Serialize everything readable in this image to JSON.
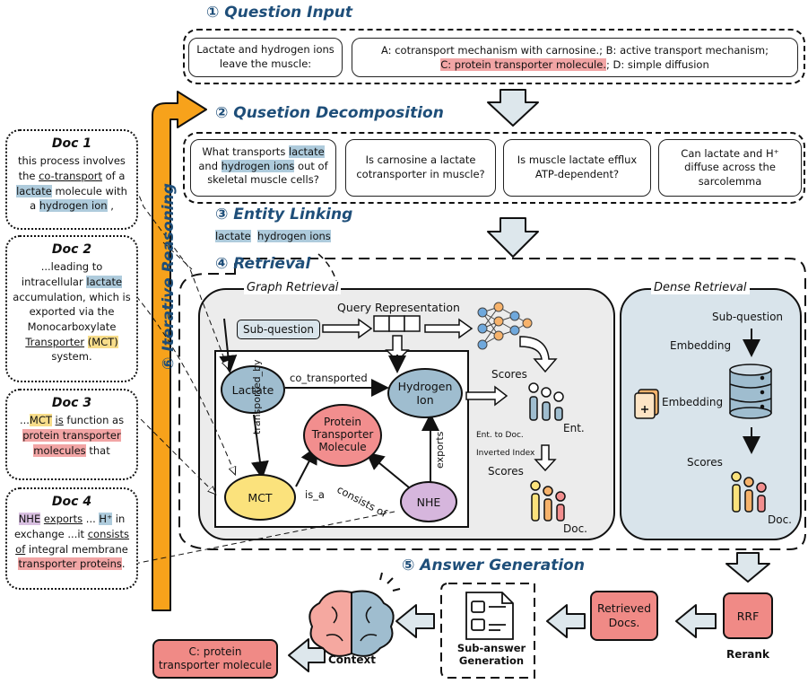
{
  "sections": {
    "question_input": "① Question Input",
    "decomposition": "② Qusetion Decomposition",
    "entity_linking": "③ Entity Linking",
    "retrieval": "④ Retrieval",
    "answer_generation": "⑤ Answer Generation",
    "iterative": "⑥ Iterative Reasoning"
  },
  "question": {
    "stem": "Lactate and hydrogen ions leave the muscle:",
    "opt_a": "A: cotransport mechanism with carnosine.;",
    "opt_b": "B: active transport mechanism;",
    "opt_c": "C: protein transporter molecule.",
    "opt_c_sep": ";",
    "opt_d": "D: simple diffusion"
  },
  "subquestions": {
    "q1_a": "What transports ",
    "q1_lactate": "lactate",
    "q1_and": "and ",
    "q1_hydrogen": "hydrogen ions",
    "q1_b": " out of skeletal muscle cells?",
    "q2": "Is carnosine a lactate cotransporter in muscle?",
    "q3": "Is muscle lactate efflux ATP-dependent?",
    "q4": "Can lactate and H⁺ diffuse across the sarcolemma"
  },
  "entities": [
    "lactate",
    "hydrogen ions"
  ],
  "docs": {
    "d1": {
      "title": "Doc 1",
      "t1": "this process involves the ",
      "t2": "co-transport",
      "t3": " of a ",
      "t4": "lactate",
      "t5": " molecule with a ",
      "t6": "hydrogen ion",
      "t7": " ,"
    },
    "d2": {
      "title": "Doc 2",
      "t1": "...leading to intracellular ",
      "t2": "lactate",
      "t3": " accumulation, which is exported via the Monocarboxylate ",
      "t4": "Transporter",
      "t5": " ",
      "t6": "(MCT)",
      "t7": " system."
    },
    "d3": {
      "title": "Doc 3",
      "t1": "...",
      "t2": "MCT",
      "t3": " ",
      "t4": "is",
      "t5": " function as ",
      "t6": "protein transporter molecules",
      "t7": " that"
    },
    "d4": {
      "title": "Doc 4",
      "t1": "NHE",
      "t2": " ",
      "t3": "exports",
      "t4": " ... ",
      "t5": "H⁺",
      "t6": " in exchange ...it ",
      "t7": "consists of",
      "t8": " integral membrane ",
      "t9": "transporter proteins",
      "t10": "."
    }
  },
  "graph": {
    "title": "Graph Retrieval",
    "query_rep": "Query Representation",
    "subq": "Sub-question",
    "nodes": {
      "lactate": "Lactate",
      "hydrogen": "Hydrogen Ion",
      "protein": "Protein Transporter Molecule",
      "mct": "MCT",
      "nhe": "NHE"
    },
    "edges": {
      "co_transported": "co_transported",
      "transported_by": "transported_by",
      "is_a": "is_a",
      "consists_of": "consists of",
      "exports": "exports"
    },
    "scores": "Scores",
    "ent": "Ent.",
    "ent_to_doc": "Ent. to Doc.",
    "inverted_index": "Inverted Index",
    "doc": "Doc."
  },
  "dense": {
    "title": "Dense Retrieval",
    "subq": "Sub-question",
    "embedding1": "Embedding",
    "embedding2": "Embedding",
    "scores": "Scores",
    "doc": "Doc."
  },
  "answer": {
    "rrf": "RRF",
    "rerank": "Rerank",
    "retrieved": "Retrieved Docs.",
    "subanswer": "Sub-answer Generation",
    "context": "Context",
    "final": "C: protein transporter molecule"
  },
  "colors": {
    "section_title": "#1e4e79",
    "orange": "#f7a21b",
    "node_blue": "#9fbdcf",
    "node_red": "#f28e8e",
    "node_yellow": "#fbe27c",
    "node_purple": "#d6b6dd",
    "panel_gray": "#ececec",
    "panel_blue": "#d9e4eb",
    "answer_red": "#f08a86",
    "arrow_fill": "#dde7ec"
  }
}
